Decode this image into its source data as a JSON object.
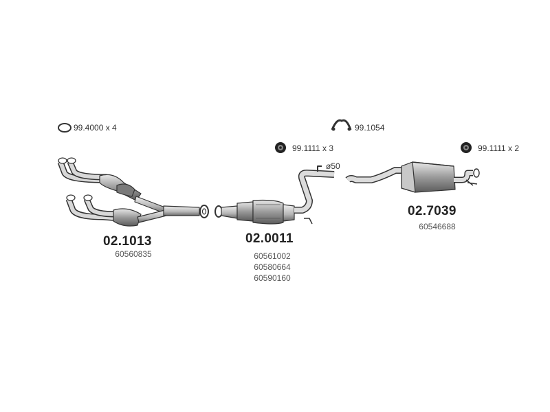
{
  "accessories": [
    {
      "icon": "gasket-ring-icon",
      "label": "99.4000 x 4"
    },
    {
      "icon": "pipe-clamp-icon",
      "label": "99.1054"
    },
    {
      "icon": "rubber-mount-icon",
      "label": "99.1111  x 3"
    },
    {
      "icon": "rubber-mount-icon",
      "label": "99.1111  x 2"
    }
  ],
  "pipe_diameter_label": "ø50",
  "parts": [
    {
      "name": "front-manifold-pipe",
      "part_number": "02.1013",
      "references": [
        "60560835"
      ]
    },
    {
      "name": "catalytic-converter-section",
      "part_number": "02.0011",
      "references": [
        "60561002",
        "60580664",
        "60590160"
      ]
    },
    {
      "name": "rear-silencer",
      "part_number": "02.7039",
      "references": [
        "60546688"
      ]
    }
  ]
}
